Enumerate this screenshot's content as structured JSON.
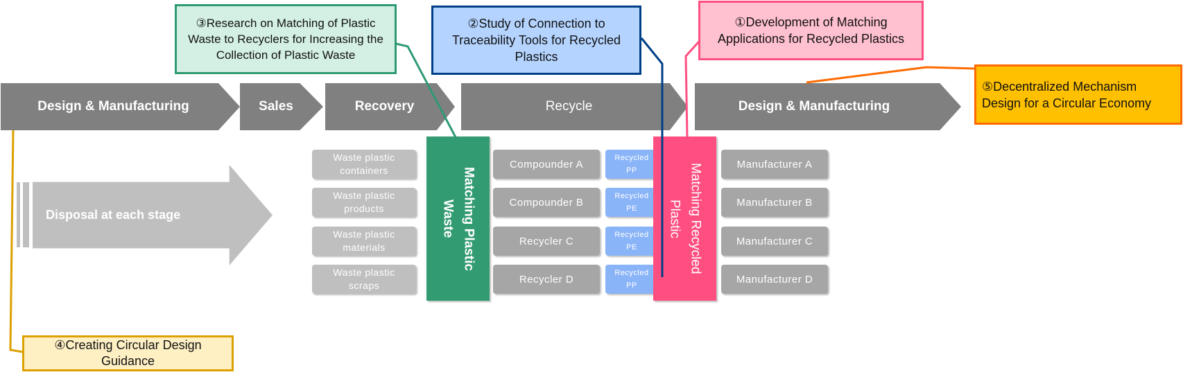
{
  "process_flow": [
    {
      "label": "Design & Manufacturing"
    },
    {
      "label": "Sales"
    },
    {
      "label": "Recovery"
    },
    {
      "label": "Recycle"
    },
    {
      "label": "Design & Manufacturing"
    }
  ],
  "disposal": {
    "label": "Disposal at each stage"
  },
  "callouts": {
    "c1": {
      "text": "①Development of Matching Applications for Recycled Plastics",
      "color": "#ff4f81",
      "fill": "#ffc0d0"
    },
    "c2": {
      "text": "②Study of Connection to Traceability Tools for Recycled Plastics",
      "color": "#003f87",
      "fill": "#b4d4ff"
    },
    "c3": {
      "text": "③Research on Matching of Plastic Waste to Recyclers for Increasing the Collection of Plastic Waste",
      "color": "#2e9a72",
      "fill": "#d4f0e4"
    },
    "c4": {
      "text": "④Creating Circular Design Guidance",
      "color": "#dca000",
      "fill": "#fff0c4"
    },
    "c5": {
      "text": "⑤Decentralized Mechanism Design for a Circular Economy",
      "color": "#ff6a00",
      "fill": "#ffc000"
    }
  },
  "waste_items": [
    {
      "label": "Waste plastic containers"
    },
    {
      "label": "Waste plastic products"
    },
    {
      "label": "Waste plastic materials"
    },
    {
      "label": "Waste plastic scraps"
    }
  ],
  "matching_waste": {
    "label": "Matching Plastic Waste",
    "color": "#339b72"
  },
  "recyclers": [
    {
      "label": "Compounder A",
      "material": "Recycled PP"
    },
    {
      "label": "Compounder B",
      "material": "Recycled PE"
    },
    {
      "label": "Recycler C",
      "material": "Recycled PE"
    },
    {
      "label": "Recycler D",
      "material": "Recycled PP"
    }
  ],
  "matching_recycled": {
    "label": "Matching Recycled Plastic",
    "color": "#ff4f81"
  },
  "manufacturers": [
    {
      "label": "Manufacturer A"
    },
    {
      "label": "Manufacturer B"
    },
    {
      "label": "Manufacturer C"
    },
    {
      "label": "Manufacturer D"
    }
  ]
}
